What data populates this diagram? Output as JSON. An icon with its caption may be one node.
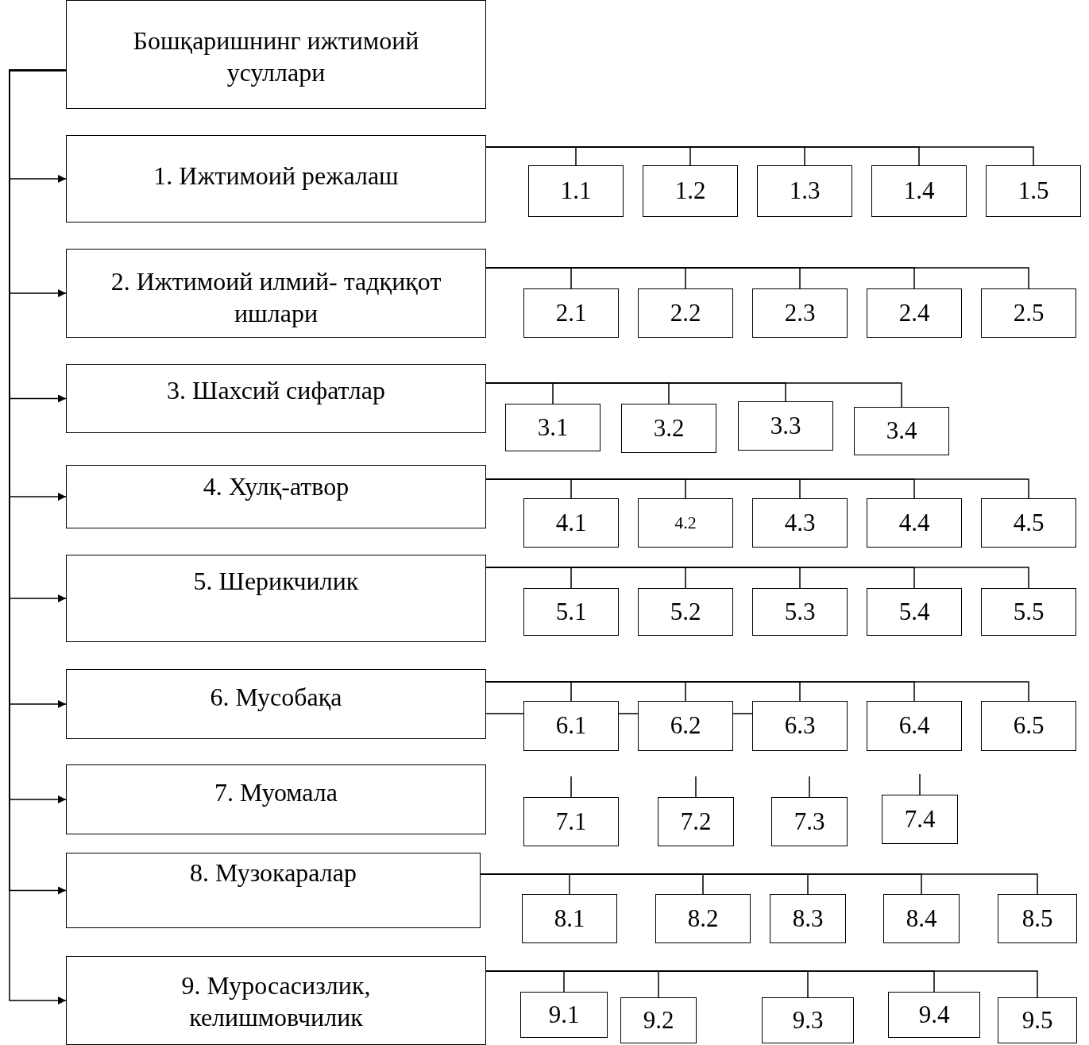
{
  "diagram": {
    "nodes": [
      {
        "text": [
          "Бошқаришнинг  ижтимоий усуллари"
        ]
      },
      {
        "text": [
          "1. Ижтимоий режалаш"
        ]
      },
      {
        "text": [
          "1.1"
        ]
      },
      {
        "text": [
          "1.2"
        ]
      },
      {
        "text": [
          "1.3"
        ]
      },
      {
        "text": [
          "1.4"
        ]
      },
      {
        "text": [
          "1.5"
        ]
      },
      {
        "text": [
          "2. Ижтимоий илмий- тадқиқот ишлари"
        ]
      },
      {
        "text": [
          "2.1"
        ]
      },
      {
        "text": [
          "2.2"
        ]
      },
      {
        "text": [
          "2.3"
        ]
      },
      {
        "text": [
          "2.4"
        ]
      },
      {
        "text": [
          "2.5"
        ]
      },
      {
        "text": [
          "3. Шахсий сифатлар"
        ]
      },
      {
        "text": [
          "3.1"
        ]
      },
      {
        "text": [
          "3.2"
        ]
      },
      {
        "text": [
          "3.3"
        ]
      },
      {
        "text": [
          "3.4"
        ]
      },
      {
        "text": [
          "4. Хулқ-атвор"
        ]
      },
      {
        "text": [
          "4.1"
        ]
      },
      {
        "text": [
          "4.2"
        ]
      },
      {
        "text": [
          "4.3"
        ]
      },
      {
        "text": [
          "4.4"
        ]
      },
      {
        "text": [
          "4.5"
        ]
      },
      {
        "text": [
          "5. Шерикчилик"
        ]
      },
      {
        "text": [
          "5.1"
        ]
      },
      {
        "text": [
          "5.2"
        ]
      },
      {
        "text": [
          "5.3"
        ]
      },
      {
        "text": [
          "5.4"
        ]
      },
      {
        "text": [
          "5.5"
        ]
      },
      {
        "text": [
          "6. Мусобақа"
        ]
      },
      {
        "text": [
          "6.1"
        ]
      },
      {
        "text": [
          "6.2"
        ]
      },
      {
        "text": [
          "6.3"
        ]
      },
      {
        "text": [
          "6.4"
        ]
      },
      {
        "text": [
          "6.5"
        ]
      },
      {
        "text": [
          "7. Муомала"
        ]
      },
      {
        "text": [
          "7.1"
        ]
      },
      {
        "text": [
          "7.2"
        ]
      },
      {
        "text": [
          "7.3"
        ]
      },
      {
        "text": [
          "7.4"
        ]
      },
      {
        "text": [
          "8. Музокаралар"
        ]
      },
      {
        "text": [
          "8.1"
        ]
      },
      {
        "text": [
          "8.2"
        ]
      },
      {
        "text": [
          "8.3"
        ]
      },
      {
        "text": [
          "8.4"
        ]
      },
      {
        "text": [
          "8.5"
        ]
      },
      {
        "text": [
          "9. Муросасизлик, келишмовчилик"
        ]
      },
      {
        "text": [
          "9.1"
        ]
      },
      {
        "text": [
          "9.2"
        ]
      },
      {
        "text": [
          "9.3"
        ]
      },
      {
        "text": [
          "9.4"
        ]
      },
      {
        "text": [
          "9.5"
        ]
      }
    ],
    "edges": [
      {
        "from": 0,
        "to": 1,
        "arrow": "to"
      },
      {
        "from": 0,
        "to": 7,
        "arrow": "to"
      },
      {
        "from": 0,
        "to": 13,
        "arrow": "to"
      },
      {
        "from": 0,
        "to": 18,
        "arrow": "to"
      },
      {
        "from": 0,
        "to": 24,
        "arrow": "to"
      },
      {
        "from": 0,
        "to": 30,
        "arrow": "to"
      },
      {
        "from": 0,
        "to": 36,
        "arrow": "to"
      },
      {
        "from": 0,
        "to": 41,
        "arrow": "to"
      },
      {
        "from": 0,
        "to": 47,
        "arrow": "to"
      },
      {
        "from": 1,
        "to": 2,
        "arrow": "none"
      },
      {
        "from": 1,
        "to": 3,
        "arrow": "none"
      },
      {
        "from": 1,
        "to": 4,
        "arrow": "none"
      },
      {
        "from": 1,
        "to": 5,
        "arrow": "none"
      },
      {
        "from": 1,
        "to": 6,
        "arrow": "none"
      },
      {
        "from": 7,
        "to": 8,
        "arrow": "none"
      },
      {
        "from": 7,
        "to": 9,
        "arrow": "none"
      },
      {
        "from": 7,
        "to": 10,
        "arrow": "none"
      },
      {
        "from": 7,
        "to": 11,
        "arrow": "none"
      },
      {
        "from": 7,
        "to": 12,
        "arrow": "none"
      },
      {
        "from": 13,
        "to": 14,
        "arrow": "none"
      },
      {
        "from": 13,
        "to": 15,
        "arrow": "none"
      },
      {
        "from": 13,
        "to": 16,
        "arrow": "none"
      },
      {
        "from": 13,
        "to": 17,
        "arrow": "none"
      },
      {
        "from": 18,
        "to": 19,
        "arrow": "none"
      },
      {
        "from": 18,
        "to": 20,
        "arrow": "none"
      },
      {
        "from": 18,
        "to": 21,
        "arrow": "none"
      },
      {
        "from": 18,
        "to": 22,
        "arrow": "none"
      },
      {
        "from": 18,
        "to": 23,
        "arrow": "none"
      },
      {
        "from": 24,
        "to": 25,
        "arrow": "none"
      },
      {
        "from": 24,
        "to": 26,
        "arrow": "none"
      },
      {
        "from": 24,
        "to": 27,
        "arrow": "none"
      },
      {
        "from": 24,
        "to": 28,
        "arrow": "none"
      },
      {
        "from": 24,
        "to": 29,
        "arrow": "none"
      },
      {
        "from": 30,
        "to": 31,
        "arrow": "none"
      },
      {
        "from": 30,
        "to": 32,
        "arrow": "none"
      },
      {
        "from": 30,
        "to": 33,
        "arrow": "none"
      },
      {
        "from": 30,
        "to": 34,
        "arrow": "none"
      },
      {
        "from": 30,
        "to": 35,
        "arrow": "none"
      },
      {
        "from": 30,
        "to": 31,
        "arrow": "none"
      },
      {
        "from": 31,
        "to": 32,
        "arrow": "none"
      },
      {
        "from": 32,
        "to": 33,
        "arrow": "none"
      },
      {
        "from": null,
        "to": 37,
        "arrow": "none"
      },
      {
        "from": null,
        "to": 38,
        "arrow": "none"
      },
      {
        "from": null,
        "to": 39,
        "arrow": "none"
      },
      {
        "from": null,
        "to": 40,
        "arrow": "none"
      },
      {
        "from": 41,
        "to": 42,
        "arrow": "none"
      },
      {
        "from": 41,
        "to": 43,
        "arrow": "none"
      },
      {
        "from": 41,
        "to": 44,
        "arrow": "none"
      },
      {
        "from": 41,
        "to": 45,
        "arrow": "none"
      },
      {
        "from": 41,
        "to": 46,
        "arrow": "none"
      },
      {
        "from": 47,
        "to": 48,
        "arrow": "none"
      },
      {
        "from": 47,
        "to": 49,
        "arrow": "none"
      },
      {
        "from": 47,
        "to": 50,
        "arrow": "none"
      },
      {
        "from": 47,
        "to": 51,
        "arrow": "none"
      },
      {
        "from": 47,
        "to": 52,
        "arrow": "none"
      }
    ]
  }
}
